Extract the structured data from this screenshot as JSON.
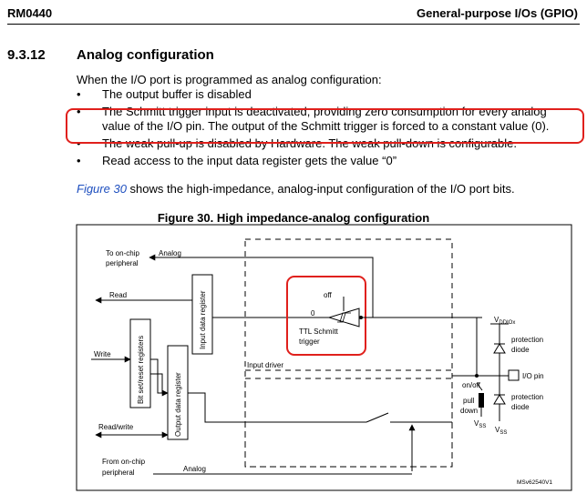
{
  "header": {
    "doc_id": "RM0440",
    "chapter": "General-purpose I/Os (GPIO)"
  },
  "section": {
    "number": "9.3.12",
    "title": "Analog configuration"
  },
  "intro": "When the I/O port is programmed as analog configuration:",
  "bullets": [
    "The output buffer is disabled",
    "The Schmitt trigger input is deactivated, providing zero consumption for every analog value of the I/O pin. The output of the Schmitt trigger is forced to a constant value (0).",
    "The weak pull-up is disabled by Hardware. The weak pull-down is configurable.",
    "Read access to the input data register gets the value “0”"
  ],
  "figure_ref": {
    "link": "Figure 30",
    "rest": " shows the high-impedance, analog-input configuration of the I/O port bits."
  },
  "figure": {
    "caption": "Figure 30. High impedance-analog configuration",
    "labels": {
      "to_onchip_1": "To on-chip",
      "to_onchip_2": "peripheral",
      "analog_top": "Analog",
      "read": "Read",
      "write": "Write",
      "read_write": "Read/write",
      "from_onchip_1": "From on-chip",
      "from_onchip_2": "peripheral",
      "analog_bottom": "Analog",
      "input_data_register": "Input data register",
      "bit_set_reset": "Bit set/reset registers",
      "output_data_register": "Output data register",
      "off": "off",
      "zero": "0",
      "ttl_1": "TTL Schmitt",
      "ttl_2": "trigger",
      "input_driver": "Input driver",
      "vddiox": "V",
      "vddiox_sub": "DDIOx",
      "protection_1a": "protection",
      "protection_1b": "diode",
      "io_pin": "I/O pin",
      "onoff": "on/off",
      "pull": "pull",
      "down": "down",
      "vss": "V",
      "vss_sub": "SS",
      "protection_2a": "protection",
      "protection_2b": "diode",
      "code": "MSv62540V1"
    }
  }
}
